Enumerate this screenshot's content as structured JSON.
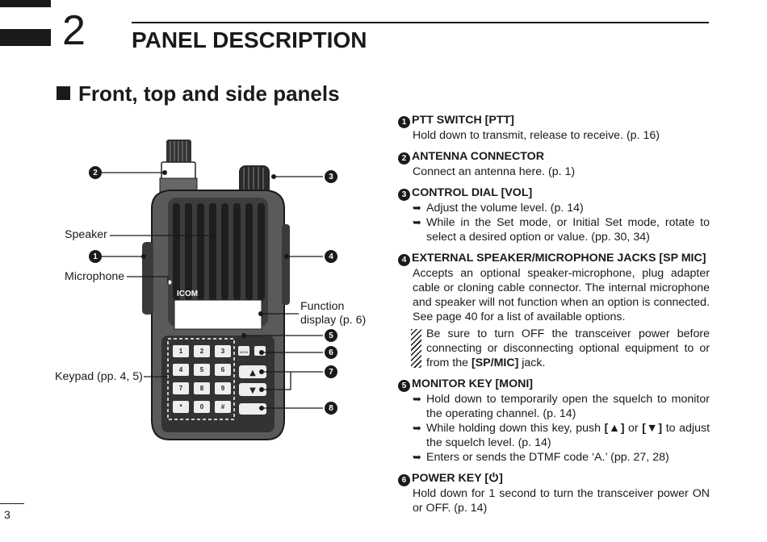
{
  "chapter": {
    "number": "2",
    "title": "PANEL DESCRIPTION"
  },
  "section": {
    "title": "Front, top and side panels"
  },
  "page_number": "3",
  "diagram": {
    "brand": "ICOM",
    "labels": {
      "speaker": "Speaker",
      "microphone": "Microphone",
      "keypad": "Keypad (pp. 4, 5)",
      "function_display_1": "Function",
      "function_display_2": "display (p. 6)"
    },
    "callouts": {
      "c1": "1",
      "c2": "2",
      "c3": "3",
      "c4": "4",
      "c5": "5",
      "c6": "6",
      "c7": "7",
      "c8": "8"
    },
    "keys": [
      "1",
      "2",
      "3",
      "4",
      "5",
      "6",
      "7",
      "8",
      "9",
      "*",
      "0",
      "#"
    ],
    "moni_label": "MONI",
    "up_arrow": "▲",
    "down_arrow": "▼"
  },
  "items": [
    {
      "num": "1",
      "head": "PTT SWITCH [PTT]",
      "body": "Hold down to transmit, release to receive. (p. 16)"
    },
    {
      "num": "2",
      "head": "ANTENNA CONNECTOR",
      "body": "Connect an antenna here. (p. 1)"
    },
    {
      "num": "3",
      "head": "CONTROL DIAL [VOL]",
      "bullets": [
        "Adjust the volume level. (p. 14)",
        "While in the Set mode, or Initial Set mode, rotate to select a desired option or value. (pp. 30, 34)"
      ]
    },
    {
      "num": "4",
      "head": "EXTERNAL SPEAKER/MICROPHONE JACKS [SP MIC]",
      "body": "Accepts an optional speaker-microphone, plug adapter cable or cloning cable connector. The internal microphone and speaker will not function when an option is connected. See page 40 for a list of available options.",
      "note_pre": "Be sure to turn OFF the transceiver power before connecting or disconnecting optional equipment to or from the ",
      "note_bold": "[SP/MIC]",
      "note_post": " jack."
    },
    {
      "num": "5",
      "head": "MONITOR KEY [MONI]",
      "bullets": [
        "Hold down to temporarily open the squelch to monitor the operating channel. (p. 14)"
      ],
      "b2_pre": "While holding down this key, push ",
      "b2_k1": "[▲]",
      "b2_mid": " or ",
      "b2_k2": "[▼]",
      "b2_post": " to adjust the squelch level. (p. 14)",
      "b3": "Enters or sends the DTMF code ‘A.’ (pp. 27, 28)"
    },
    {
      "num": "6",
      "head_pre": "POWER KEY [",
      "head_post": "]",
      "body": "Hold down for 1 second to turn the transceiver power ON or OFF. (p. 14)"
    }
  ],
  "bullet_glyph": "➥"
}
